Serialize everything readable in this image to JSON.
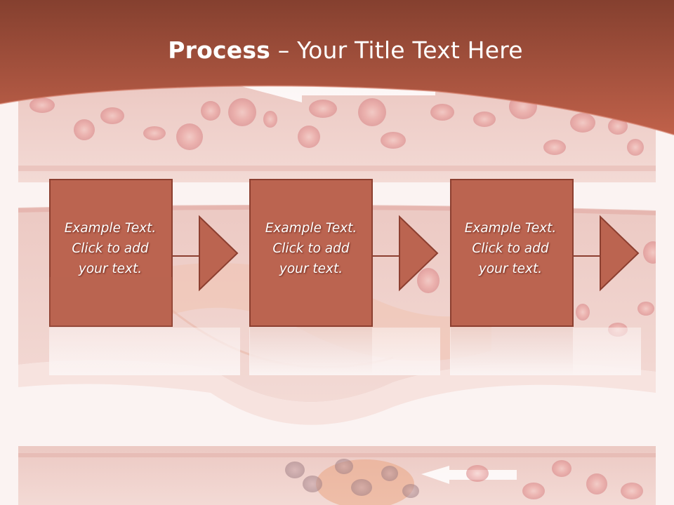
{
  "slide": {
    "title_bold": "Process",
    "title_rest": " – Your Title Text Here",
    "colors": {
      "header": "#b85a42",
      "box_fill": "#bb6450",
      "box_border": "#8c3f30",
      "background": "#fbf3f2"
    }
  },
  "steps": [
    {
      "line1": "Example Text.",
      "line2": "Click  to add",
      "line3": "your text."
    },
    {
      "line1": "Example Text.",
      "line2": "Click  to add",
      "line3": "your text."
    },
    {
      "line1": "Example Text.",
      "line2": "Click  to add",
      "line3": "your text."
    }
  ]
}
